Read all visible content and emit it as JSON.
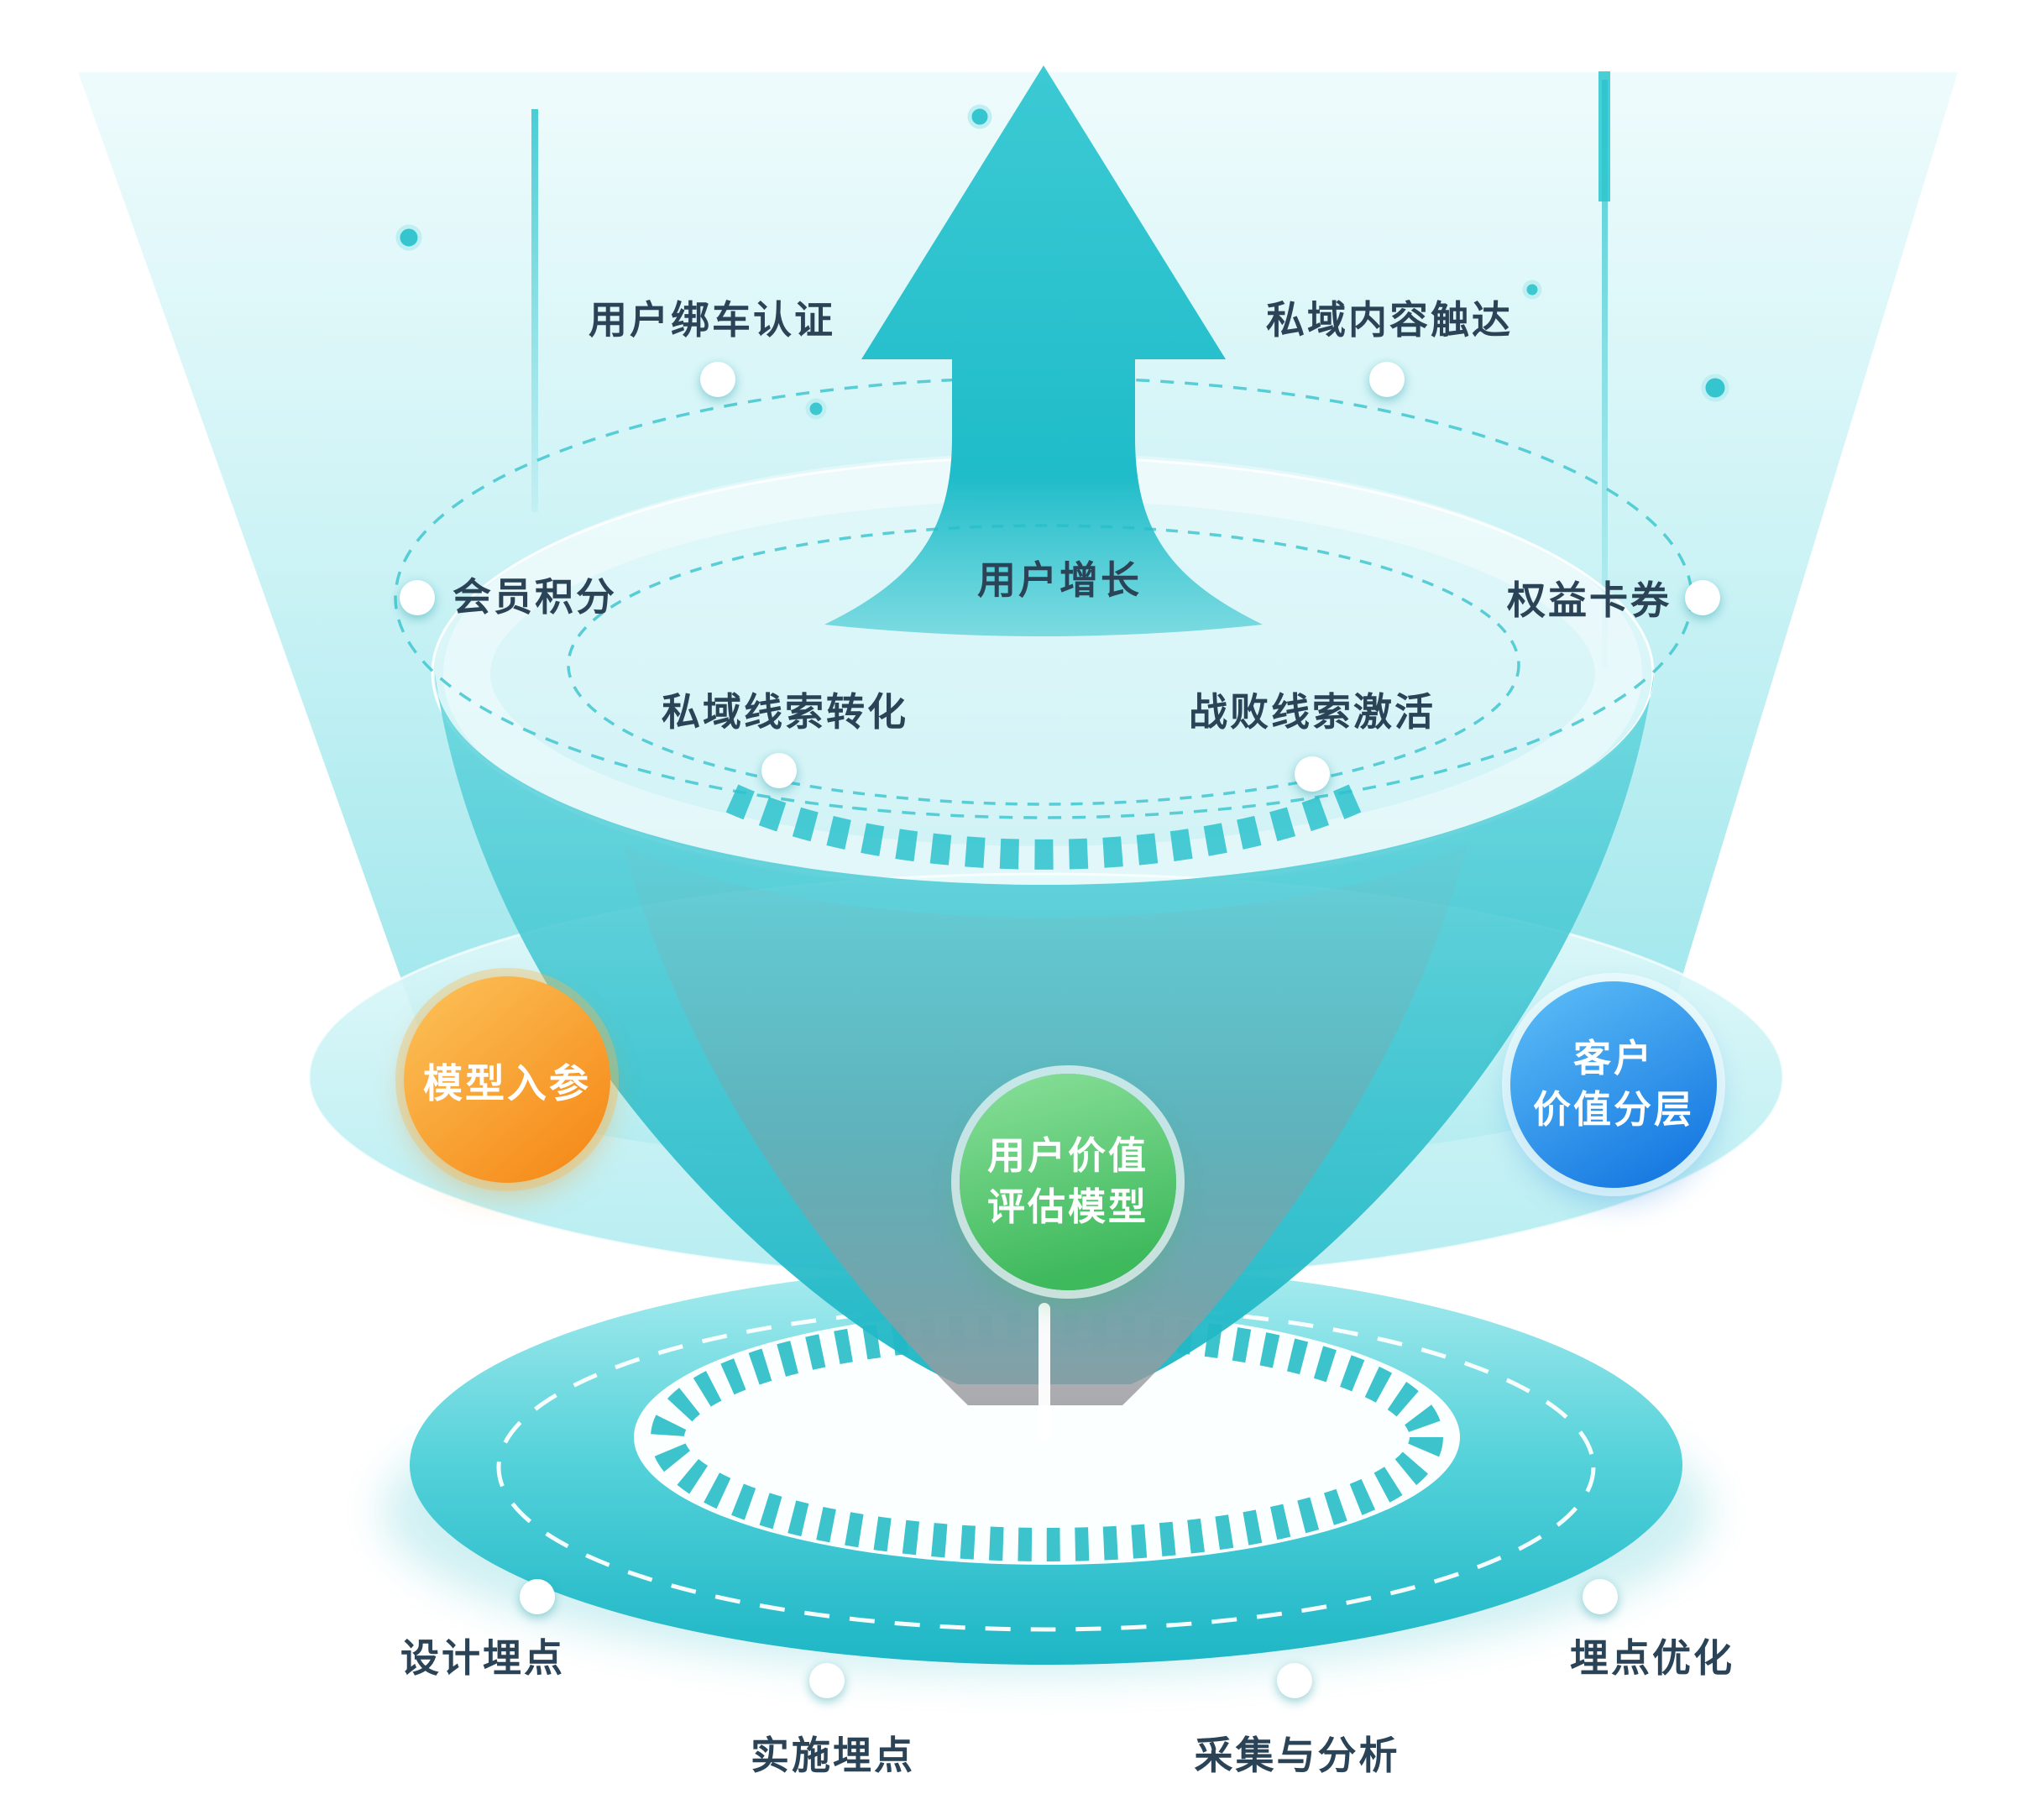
{
  "colors": {
    "teal": "#24bfca",
    "label_text": "#2b4356",
    "node_text": "#ffffff",
    "orange": "#f7941e",
    "green": "#45bb60",
    "blue": "#1e80e4"
  },
  "funnel": {
    "top_labels": {
      "user_bind_auth": "用户绑车认证",
      "private_content_reach": "私域内容触达"
    },
    "ring_labels": {
      "member_points": "会员积分",
      "user_growth": "用户增长",
      "benefit_coupons": "权益卡券",
      "private_lead_conversion": "私域线索转化",
      "lost_lead_activation": "战败线索激活"
    }
  },
  "model": {
    "input": "模型入参",
    "core_line1": "用户价值",
    "core_line2": "评估模型",
    "tier_line1": "客户",
    "tier_line2": "价值分层"
  },
  "tracking": {
    "design": "设计埋点",
    "implement": "实施埋点",
    "collect_analyze": "采集与分析",
    "optimize": "埋点优化"
  }
}
